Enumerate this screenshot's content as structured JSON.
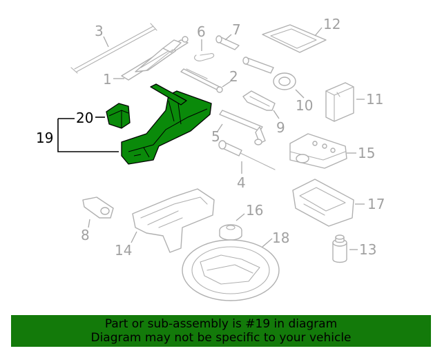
{
  "diagram": {
    "callouts": {
      "c1": "1",
      "c2": "2",
      "c3": "3",
      "c4": "4",
      "c5": "5",
      "c6": "6",
      "c7": "7",
      "c8": "8",
      "c9": "9",
      "c10": "10",
      "c11": "11",
      "c12": "12",
      "c13": "13",
      "c14": "14",
      "c15": "15",
      "c16": "16",
      "c17": "17",
      "c18": "18",
      "c19": "19",
      "c20": "20"
    },
    "highlight_color": "#0a8a0a",
    "highlighted_part": "19"
  },
  "banner": {
    "line1": "Part or sub-assembly is #19 in diagram",
    "line2": "Diagram may not be specific to your vehicle",
    "background": "#137a0a"
  }
}
